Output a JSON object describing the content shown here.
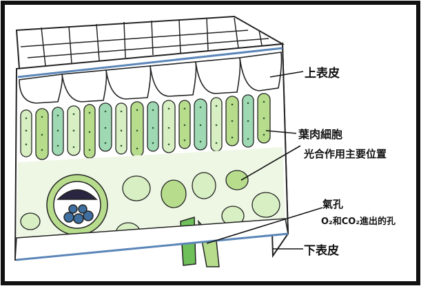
{
  "diagram": {
    "labels": {
      "upper_epidermis": "上表皮",
      "mesophyll_line1": "葉肉細胞",
      "mesophyll_line2": "光合作用主要位置",
      "stoma_line1": "氣孔",
      "stoma_line2": "O₂和CO₂進出的孔",
      "lower_epidermis": "下表皮"
    },
    "colors": {
      "outline": "#222222",
      "cuticle": "#5b86b8",
      "green_light": "#d7efc2",
      "green_mid": "#b6dc8c",
      "green_dark": "#6fbf5a",
      "teal": "#9fd9b4",
      "vascular_dark": "#2a2540",
      "vascular_blue": "#3f6fa0"
    }
  }
}
